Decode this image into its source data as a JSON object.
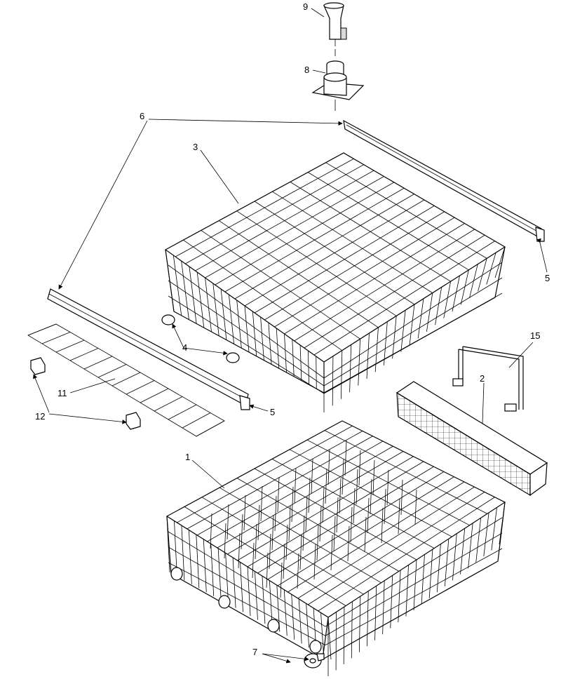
{
  "labels": {
    "l9": "9",
    "l8": "8",
    "l6": "6",
    "l3": "3",
    "l5a": "5",
    "l4": "4",
    "l15": "15",
    "l2": "2",
    "l11": "11",
    "l5b": "5",
    "l12": "12",
    "l1": "1",
    "l7": "7"
  }
}
